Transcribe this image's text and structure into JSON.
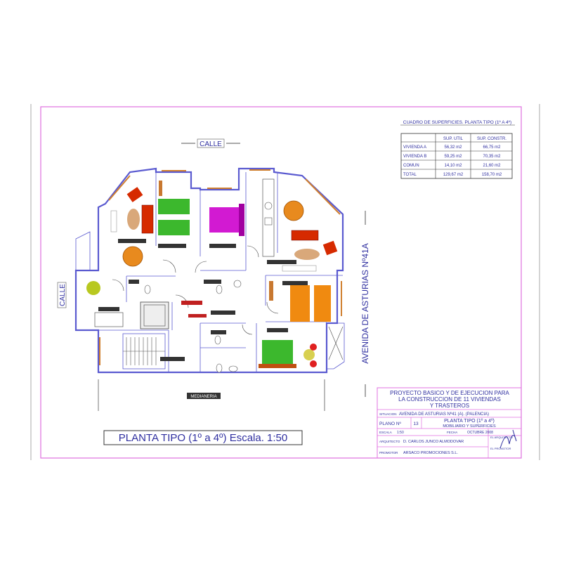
{
  "labels": {
    "street_top": "CALLE",
    "street_left": "CALLE",
    "avenue": "AVENIDA DE ASTURIAS Nº41A",
    "medianeria": "MEDIANERIA",
    "plan_title": "PLANTA TIPO (1º a 4º) Escala. 1:50"
  },
  "surface_table": {
    "title": "CUADRO DE SUPERFICIES. PLANTA TIPO (1º A 4º)",
    "headers": [
      "",
      "SUP. UTIL",
      "SUP. CONSTR."
    ],
    "rows": [
      [
        "VIVIENDA A",
        "56,32 m2",
        "66,75 m2"
      ],
      [
        "VIVIENDA B",
        "59,25 m2",
        "70,35 m2"
      ],
      [
        "COMUN",
        "14,10 m2",
        "21,60 m2"
      ],
      [
        "TOTAL",
        "129,67 m2",
        "158,70 m2"
      ]
    ]
  },
  "title_block": {
    "project": [
      "PROYECTO BASICO Y DE EJECUCION PARA",
      "LA CONSTRUCCION DE 11 VIVIENDAS",
      "Y TRASTEROS"
    ],
    "situacion_label": "SITUACION",
    "situacion": "AVENIDA DE ASTURIAS Nº41 (A). (PALENCIA)",
    "plano_label": "PLANO Nº",
    "plano_number": "13",
    "plano_title": [
      "PLANTA TIPO (1º a 4º)",
      "MOBILIARIO Y SUPERFICIES"
    ],
    "escala_label": "ESCALA",
    "escala": "1:50",
    "fecha_label": "FECHA",
    "fecha": "OCTUBRE 2008",
    "arquitecto_label": "ARQUITECTO",
    "arquitecto": "D. CARLOS JUNCO ALMODOVAR",
    "promotor_label": "PROMOTOR",
    "promotor": "ARSACO PROMOCIONES S.L.",
    "firma1_label": "EL ARQUITECTO",
    "firma2_label": "EL PROMOTOR"
  },
  "colors": {
    "frame": "#e070e0",
    "walls": "#5a5ad0",
    "text": "#3030a0"
  }
}
